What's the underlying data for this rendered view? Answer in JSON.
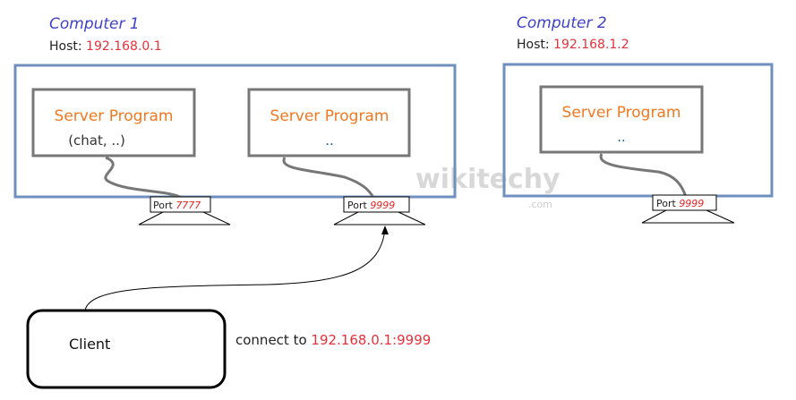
{
  "computer1": {
    "title": "Computer 1",
    "host_label": "Host:",
    "host_ip": "192.168.0.1",
    "programs": [
      {
        "label": "Server Program",
        "sub": "(chat, ..)"
      },
      {
        "label": "Server Program",
        "sub": ".."
      }
    ],
    "ports": [
      {
        "label": "Port",
        "number": "7777"
      },
      {
        "label": "Port",
        "number": "9999"
      }
    ]
  },
  "computer2": {
    "title": "Computer 2",
    "host_label": "Host:",
    "host_ip": "192.168.1.2",
    "program": {
      "label": "Server Program",
      "sub": ".."
    },
    "port": {
      "label": "Port",
      "number": "9999"
    }
  },
  "client": {
    "label": "Client",
    "connect_text": "connect to",
    "connect_target": "192.168.0.1:9999"
  },
  "watermark": {
    "text": "wikitechy",
    "domain": ".com"
  },
  "colors": {
    "box": "#6f8fbf",
    "program_box": "#777777",
    "program_text": "#f07820",
    "ip": "#e8303a",
    "title": "#4040c8"
  }
}
